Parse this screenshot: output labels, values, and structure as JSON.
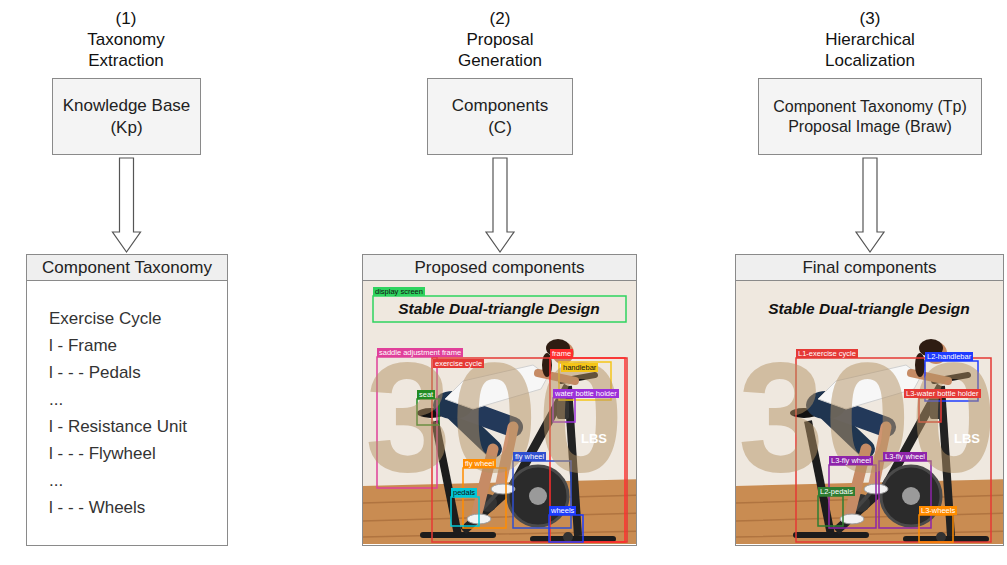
{
  "diagram": {
    "nodes": [
      {
        "text": [
          "Knowledge Base (Kp)"
        ]
      },
      {
        "text": [
          "Component Taxonomy",
          "Exercise Cycle",
          "l - Frame",
          "l - - - Pedals",
          "...",
          "l - Resistance Unit",
          "l - - - Flywheel",
          "...",
          "l - - - Wheels"
        ]
      },
      {
        "text": [
          "Components (C)"
        ]
      },
      {
        "text": [
          "Proposed components"
        ]
      },
      {
        "text": [
          "Component Taxonomy (Tp)",
          "Proposal Image (Braw)"
        ]
      },
      {
        "text": [
          "Final components"
        ]
      }
    ],
    "edges": [
      {
        "from": 0,
        "to": 1,
        "arrow": "to"
      },
      {
        "from": 2,
        "to": 3,
        "arrow": "to"
      },
      {
        "from": 4,
        "to": 5,
        "arrow": "to"
      }
    ],
    "labels": [
      "(1)",
      "Taxonomy Extraction",
      "(2)",
      "Proposal Generation",
      "(3)",
      "Hierarchical Localization",
      "300",
      "LBS",
      "Stable Dual-triangle Design",
      "display screen",
      "saddle adjustment frame",
      "exercise cycle",
      "frame",
      "handlebar",
      "water bottle holder",
      "seat",
      "fly wheel",
      "fly wheel",
      "pedals",
      "wheels",
      "300",
      "LBS",
      "Stable Dual-triangle Design",
      "L1-exercise cycle",
      "L2-handlebar",
      "L3-water bottle holder",
      "L3-fly wheel",
      "L3-fly wheel",
      "L2-pedals",
      "L3-wheels"
    ]
  }
}
